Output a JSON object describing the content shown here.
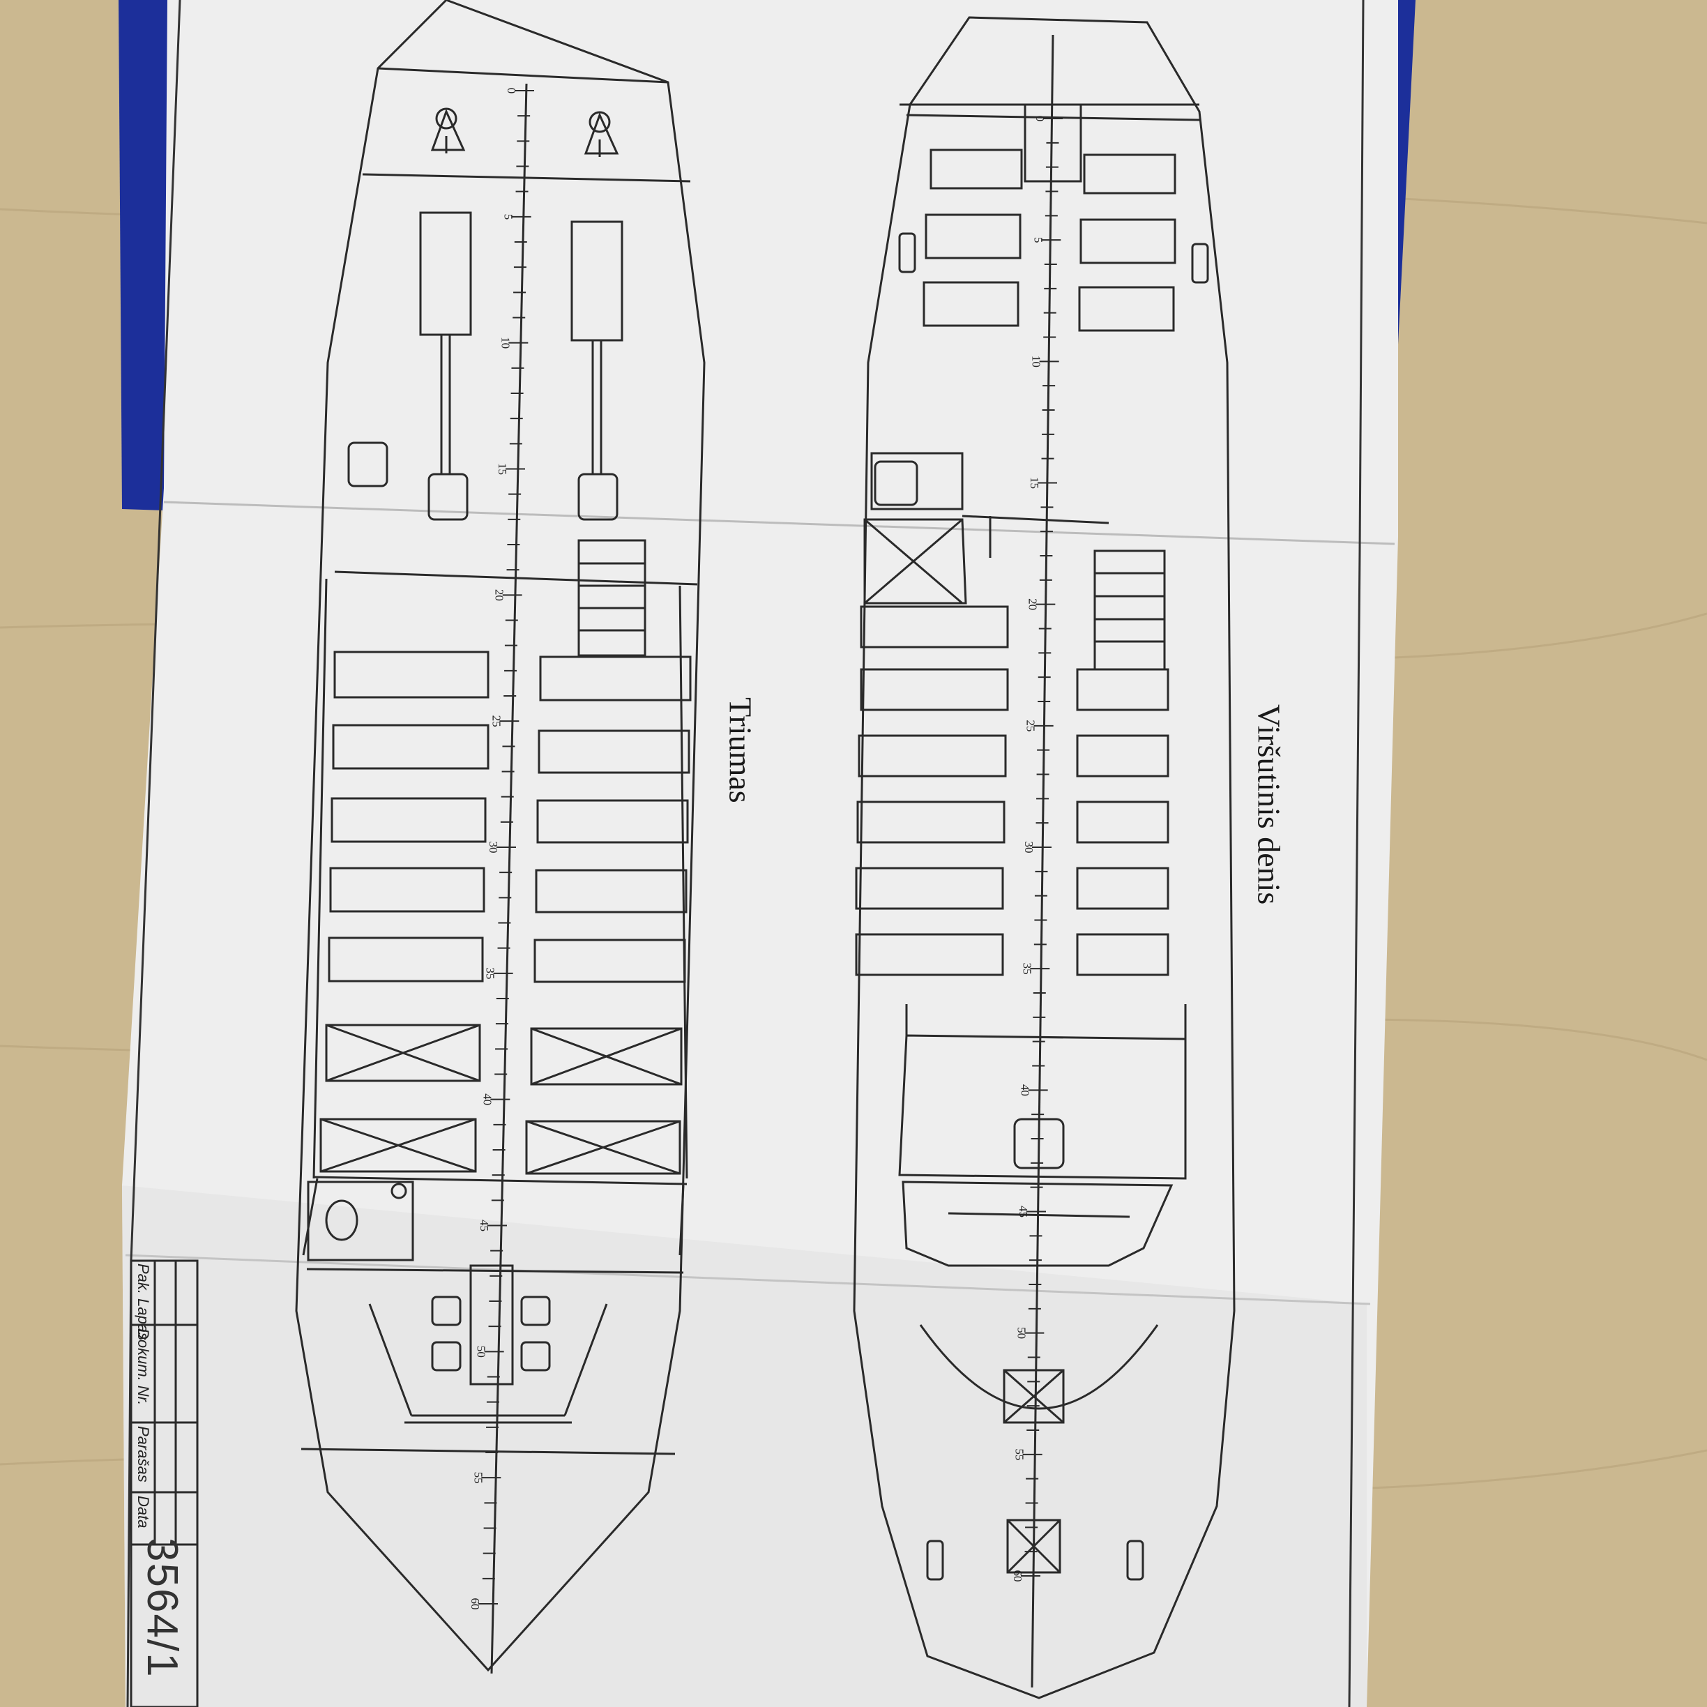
{
  "drawing": {
    "hold_title": "Triumas",
    "deck_title": "Viršutinis denis",
    "frame_numbers_hold": [
      "0",
      "5",
      "10",
      "15",
      "20",
      "25",
      "30",
      "35",
      "40",
      "45",
      "50",
      "55",
      "60"
    ],
    "frame_numbers_deck": [
      "0",
      "5",
      "10",
      "15",
      "20",
      "25",
      "30",
      "35",
      "40",
      "45",
      "50",
      "55",
      "60"
    ]
  },
  "title_block": {
    "col_changes": "Pak. Lapas",
    "col_doc_number": "Dokum. Nr.",
    "col_signatures": "Parašas",
    "col_date": "Data"
  },
  "document_number": "3564/1",
  "colors": {
    "table_wood": "#cdbb94",
    "paper": "#ececec",
    "binder_blue": "#1c2f9a",
    "line": "#2a2a2a"
  }
}
